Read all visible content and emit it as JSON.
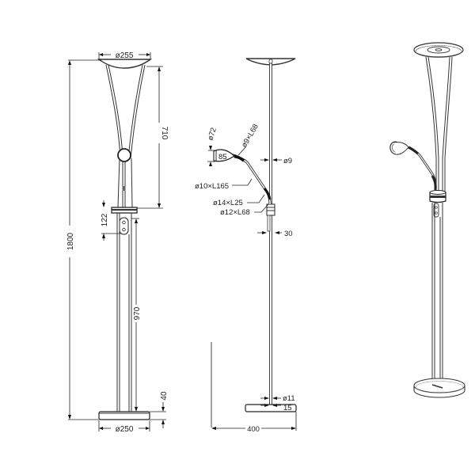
{
  "views": {
    "front": {
      "dimensions": {
        "head_diameter": "ø255",
        "head_height": "710",
        "total_height": "1800",
        "switch_height": "122",
        "pole_height": "970",
        "base_height": "40",
        "base_diameter": "ø250"
      }
    },
    "side": {
      "dimensions": {
        "reading_head_diameter": "ø72",
        "reading_head_depth": "85",
        "gooseneck_top": "ø9×L68",
        "pole_diameter": "ø9",
        "gooseneck_arm": "ø10×L165",
        "joint_1": "ø14×L25",
        "joint_2": "ø12×L68",
        "switch_width": "30",
        "pole_base_diameter": "ø11",
        "pole_base_offset": "15",
        "total_width": "400"
      }
    },
    "perspective": {
      "label": ""
    }
  }
}
